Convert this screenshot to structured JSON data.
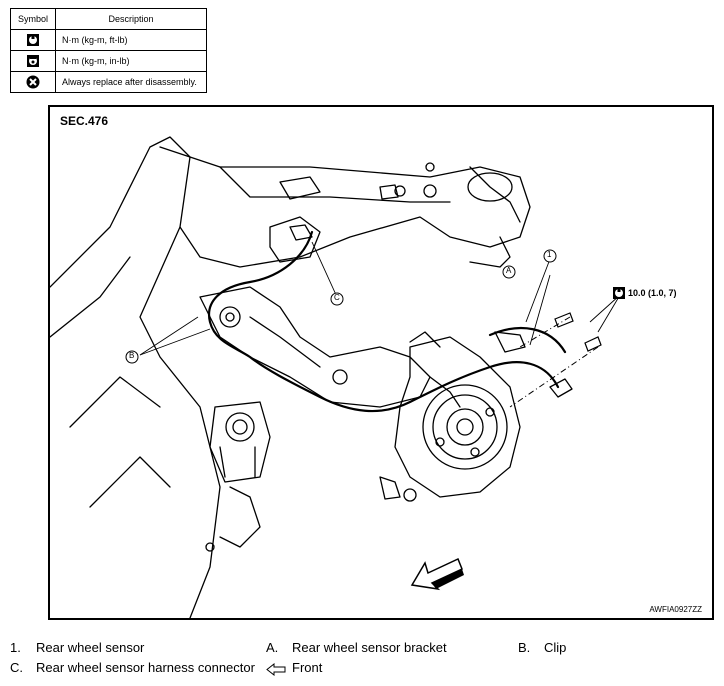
{
  "legend": {
    "header_symbol": "Symbol",
    "header_description": "Description",
    "rows": [
      {
        "icon": "torque-nm-ftlb-icon",
        "description": "N·m (kg-m, ft-lb)"
      },
      {
        "icon": "torque-nm-inlb-icon",
        "description": "N·m (kg-m, in-lb)"
      },
      {
        "icon": "always-replace-icon",
        "description": "Always replace after disassembly."
      }
    ]
  },
  "diagram": {
    "section": "SEC.476",
    "figure_id": "AWFIA0927ZZ",
    "torque_value": "10.0 (1.0, 7)",
    "callouts": {
      "one": "1",
      "a": "A",
      "b": "B",
      "c": "C"
    }
  },
  "parts": [
    {
      "num": "1.",
      "text": "Rear wheel sensor"
    },
    {
      "num": "A.",
      "text": "Rear wheel sensor bracket"
    },
    {
      "num": "B.",
      "text": "Clip"
    },
    {
      "num": "C.",
      "text": "Rear wheel sensor harness connector"
    },
    {
      "num": "",
      "text": "Front",
      "icon": "front-arrow-icon"
    }
  ]
}
